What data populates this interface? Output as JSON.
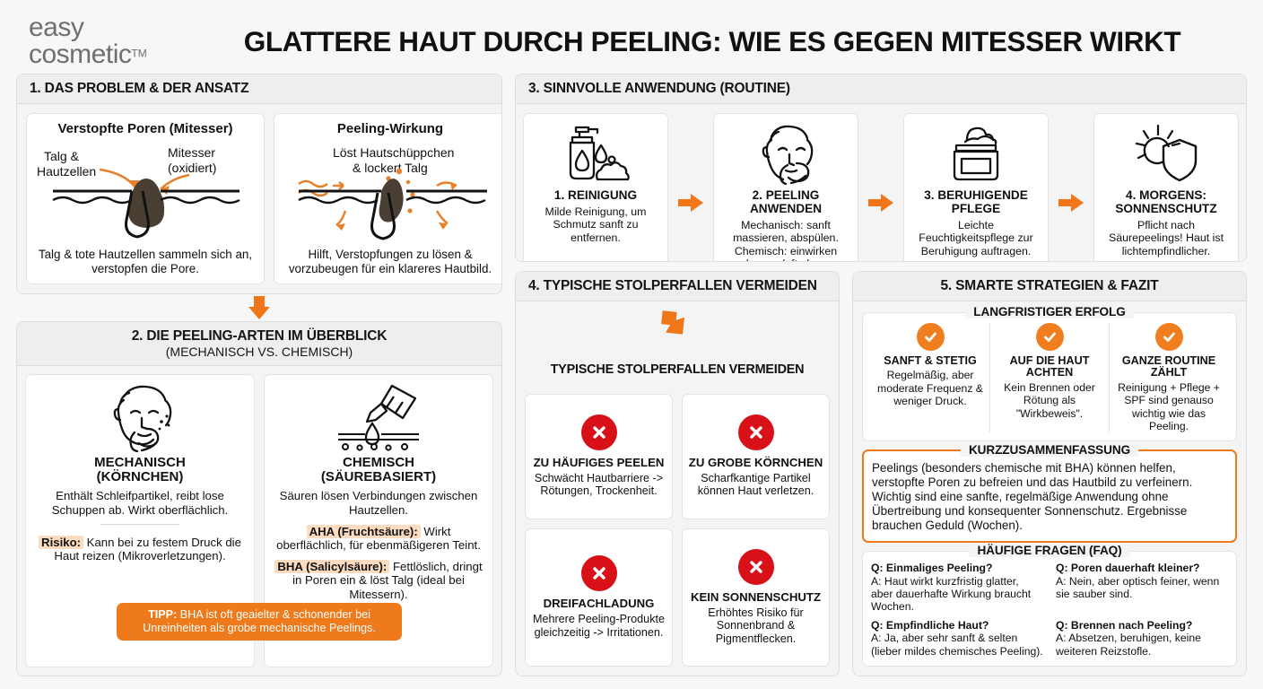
{
  "brand": {
    "line1": "easy",
    "line2": "cosmetic",
    "tm": "TM"
  },
  "title": "GLATTERE HAUT DURCH PEELING: WIE ES GEGEN MITESSER WIRKT",
  "colors": {
    "accent_orange": "#ee7a1c",
    "check_orange": "#f07e1e",
    "error_red": "#d81118",
    "highlight_peach": "#fbdcc0",
    "panel_bg": "#f4f4f4",
    "page_bg": "#f7f7f7"
  },
  "section1": {
    "heading": "1. DAS PROBLEM & DER ANSATZ",
    "cards": [
      {
        "title": "Verstopfte Poren (Mitesser)",
        "label_left": "Talg &\nHautzellen",
        "label_right": "Mitesser\n(oxidiert)",
        "caption": "Talg & tote Hautzellen sammeln sich an, verstopfen die Pore."
      },
      {
        "title": "Peeling-Wirkung",
        "label_top": "Löst Hautschüppchen\n& lockert Talg",
        "caption": "Hilft, Verstopfungen zu lösen & vorzubeugen für ein klareres Hautbild."
      }
    ]
  },
  "section2": {
    "heading": "2. DIE PEELING-ARTEN IM ÜBERBLICK",
    "subheading": "(MECHANISCH VS. CHEMISCH)",
    "cards": [
      {
        "title": "MECHANISCH\n(KÖRNCHEN)",
        "body": "Enthält Schleifpartikel, reibt lose Schuppen ab. Wirkt oberflächlich.",
        "risk_label": "Risiko:",
        "risk_text": " Kann bei zu festem Druck die Haut reizen (Mikroverletzungen)."
      },
      {
        "title": "CHEMISCH\n(SÄUREBASIERT)",
        "body": "Säuren lösen Verbindungen zwischen Hautzellen.",
        "aha_label": "AHA (Fruchtsäure):",
        "aha_text": " Wirkt oberflächlich, für ebenmäßigeren Teint.",
        "bha_label": "BHA (Salicylsäure):",
        "bha_text": " Fettlöslich, dringt in Poren ein & löst Talg (ideal bei Mitessern)."
      }
    ],
    "tip_label": "TIPP:",
    "tip_text": " BHA ist oft geaielter & schonender bei Unreinheiten als grobe mechanische Peelings."
  },
  "section3": {
    "heading": "3. SINNVOLLE ANWENDUNG (ROUTINE)",
    "steps": [
      {
        "icon": "cleanser-bottle-icon",
        "title": "1. REINIGUNG",
        "text": "Milde Reinigung, um Schmutz sanft zu entfernen."
      },
      {
        "icon": "face-exfoliating-icon",
        "title": "2. PEELING ANWENDEN",
        "text": "Mechanisch: sanft massieren, abspülen. Chemisch: einwirken lassen (oft ohne Abwaschen)."
      },
      {
        "icon": "cream-jar-icon",
        "title": "3. BERUHIGENDE PFLEGE",
        "text": "Leichte Feuchtigkeitspflege zur Beruhigung auftragen."
      },
      {
        "icon": "sun-shield-icon",
        "title": "4. MORGENS: SONNENSCHUTZ",
        "text": "Pflicht nach Säurepeelings! Haut ist lichtempfindlicher."
      }
    ]
  },
  "section4": {
    "heading": "4. TYPISCHE STOLPERFALLEN VERMEIDEN",
    "subheading": "TYPISCHE STOLPERFALLEN VERMEIDEN",
    "pitfalls": [
      {
        "title": "ZU HÄUFIGES PEELEN",
        "text": "Schwächt Hautbarriere -> Rötungen, Trockenheit."
      },
      {
        "title": "ZU GROBE KÖRNCHEN",
        "text": "Scharfkantige Partikel können Haut verletzen."
      },
      {
        "title": "DREIFACHLADUNG",
        "text": "Mehrere Peeling-Produkte gleichzeitig -> Irritationen."
      },
      {
        "title": "KEIN SONNENSCHUTZ",
        "text": "Erhöhtes Risiko für Sonnenbrand & Pigmentflecken."
      }
    ]
  },
  "section5": {
    "heading": "5. SMARTE STRATEGIEN & FAZIT",
    "success_legend": "LANGFRISTIGER ERFOLG",
    "successes": [
      {
        "title": "SANFT & STETIG",
        "text": "Regelmäßig, aber moderate Frequenz & weniger Druck."
      },
      {
        "title": "AUF DIE HAUT ACHTEN",
        "text": "Kein Brennen oder Rötung als \"Wirkbeweis\"."
      },
      {
        "title": "GANZE ROUTINE ZÄHLT",
        "text": "Reinigung + Pflege + SPF sind genauso wichtig wie das Peeling."
      }
    ],
    "summary_legend": "KURZZUSAMMENFASSUNG",
    "summary_text": "Peelings (besonders chemische mit BHA) können helfen, verstopfte Poren zu befreien und das Hautbild zu verfeinern. Wichtig sind eine sanfte, regelmäßige Anwendung ohne Übertreibung und konsequenter Sonnenschutz. Ergebnisse brauchen Geduld (Wochen).",
    "faq_legend": "HÄUFIGE FRAGEN (FAQ)",
    "faq": [
      {
        "q": "Q: Einmaliges Peeling?",
        "a": "A: Haut wirkt kurzfristig glatter, aber dauerhafte Wirkung braucht Wochen."
      },
      {
        "q": "Q: Poren dauerhaft kleiner?",
        "a": "A: Nein, aber optisch feiner, wenn sie sauber sind."
      },
      {
        "q": "Q: Empfindliche Haut?",
        "a": "A: Ja, aber sehr sanft & selten (lieber mildes chemisches Peeling)."
      },
      {
        "q": "Q: Brennen nach Peeling?",
        "a": "A: Absetzen, beruhigen, keine weiteren Reizstofle."
      }
    ]
  }
}
